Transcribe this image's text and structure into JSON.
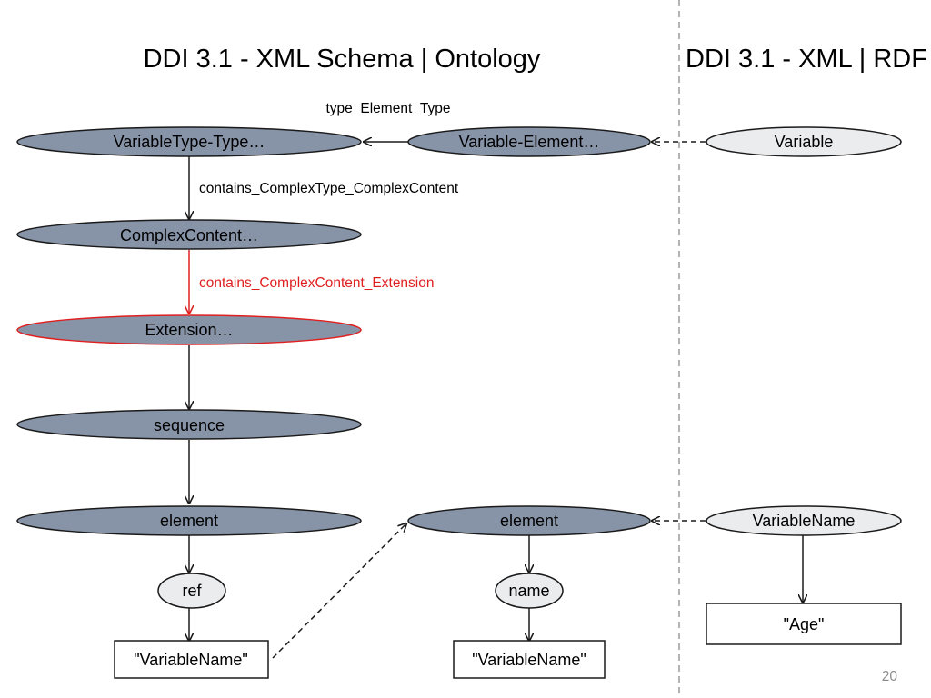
{
  "titles": {
    "left": "DDI 3.1 - XML Schema | Ontology",
    "right": "DDI 3.1 - XML | RDF"
  },
  "nodes": {
    "variabletype_type": "VariableType-Type…",
    "variable_element": "Variable-Element…",
    "variable_rdf": "Variable",
    "complexcontent": "ComplexContent…",
    "extension": "Extension…",
    "sequence": "sequence",
    "element_left": "element",
    "ref": "ref",
    "variablename_left": "\"VariableName\"",
    "element_right": "element",
    "name": "name",
    "variablename_right": "\"VariableName\"",
    "variablename_rdf": "VariableName",
    "age": "\"Age\""
  },
  "edge_labels": {
    "type_element_type": "type_Element_Type",
    "contains_complextype_complexcontent": "contains_ComplexType_ComplexContent",
    "contains_complexcontent_extension": "contains_ComplexContent_Extension"
  },
  "page_number": "20",
  "colors": {
    "dark_node_fill": "#8794a8",
    "light_node_fill": "#ebecee",
    "highlight": "#e02020",
    "divider": "#9a9a9a"
  }
}
